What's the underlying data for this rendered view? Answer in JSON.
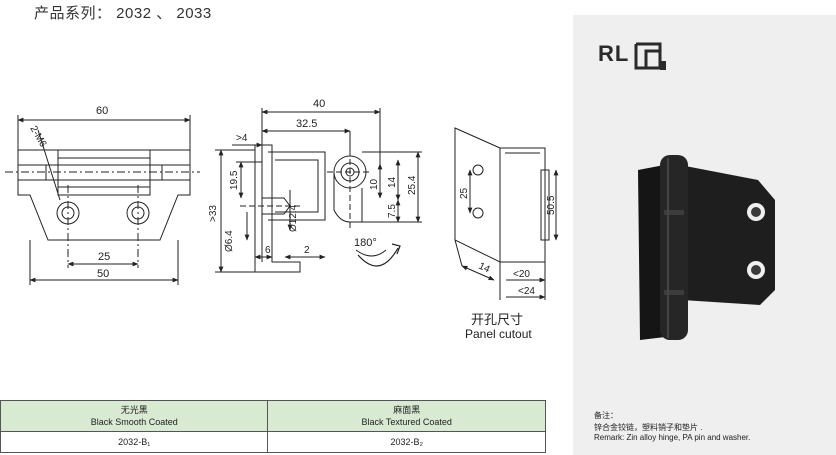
{
  "header": {
    "series_title": "产品系列： 2032 、 2033"
  },
  "drawing": {
    "front_dims": [
      "60",
      "2-M6",
      "25",
      "50"
    ],
    "side_dims": [
      "40",
      "32.5",
      ">4",
      "19.5",
      ">33",
      "Ø12.4",
      "Ø6.4",
      "6",
      "2",
      "10",
      "14",
      "7.5",
      "25.4",
      "180°"
    ],
    "cutout_dims": [
      "25",
      "50.5",
      "14",
      "<20",
      "<24"
    ],
    "cutout_label_cn": "开孔尺寸",
    "cutout_label_en": "Panel cutout"
  },
  "finish_table": {
    "columns": [
      {
        "name_cn": "无光黑",
        "name_en": "Black Smooth Coated",
        "code": "2032-B₁"
      },
      {
        "name_cn": "麻面黑",
        "name_en": "Black Textured Coated",
        "code": "2032-B₂"
      }
    ]
  },
  "brand": {
    "logo_text": "RL"
  },
  "remark": {
    "label": "备注：",
    "text_cn": "锌合金铰链，塑料销子和垫片 .",
    "text_en": "Remark: Zin alloy hinge, PA pin and washer."
  },
  "colors": {
    "table_header_bg": "#d9ead3",
    "panel_bg": "#efefef"
  }
}
